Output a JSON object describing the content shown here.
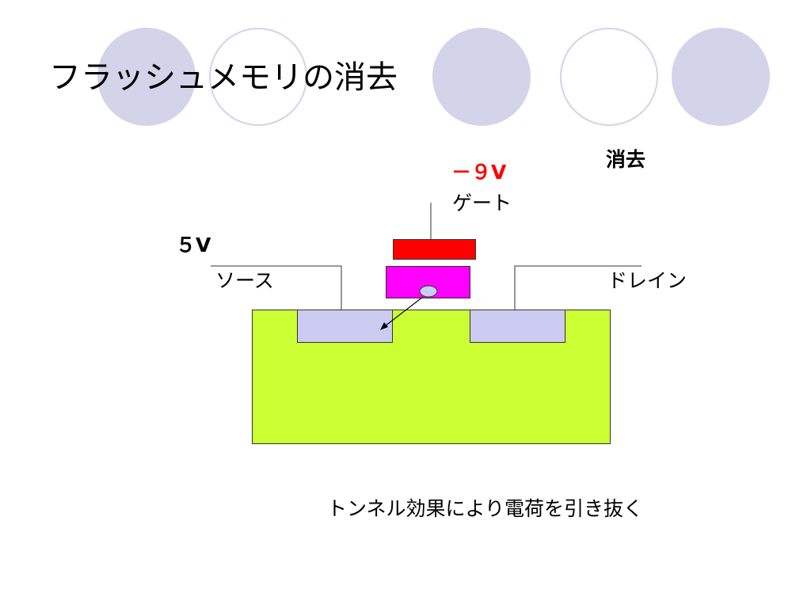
{
  "title": "フラッシュメモリの消去",
  "labels": {
    "erase": "消去",
    "gate_voltage": "－９V",
    "gate": "ゲート",
    "source_voltage": "５V",
    "source": "ソース",
    "drain": "ドレイン",
    "caption": "トンネル効果により電荷を引き抜く"
  },
  "colors": {
    "decor_circle": "#d3d3ea",
    "substrate": "#ccff33",
    "diffusion": "#ccccf2",
    "floating_gate": "#ff00ff",
    "control_gate": "#ff0000",
    "electron": "#ccccf2",
    "voltage_red": "#ff0000"
  }
}
